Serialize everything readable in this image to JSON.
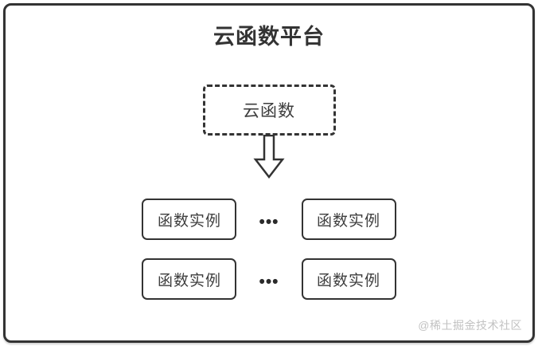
{
  "diagram": {
    "title": "云函数平台",
    "cloud_function": {
      "label": "云函数"
    },
    "dots": "•••",
    "rows": [
      {
        "left": "函数实例",
        "right": "函数实例"
      },
      {
        "left": "函数实例",
        "right": "函数实例"
      }
    ],
    "watermark": "@稀土掘金技术社区",
    "colors": {
      "border": "#333333",
      "text": "#3d3d3d",
      "watermark": "#c2c2c2",
      "background": "#ffffff"
    }
  }
}
